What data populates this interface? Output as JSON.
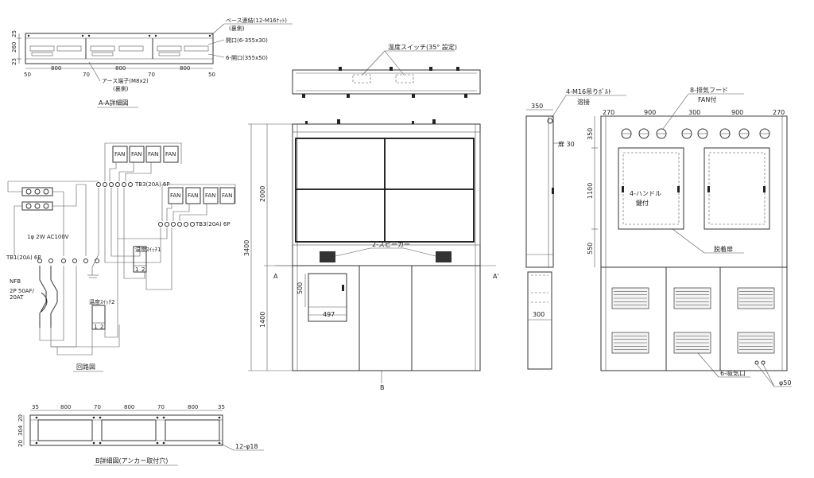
{
  "aa_detail": {
    "title": "A-A詳細図",
    "dims_left": [
      "25",
      "260",
      "23"
    ],
    "dims_bottom": [
      "50",
      "800",
      "70",
      "800",
      "70",
      "800",
      "50"
    ],
    "note_base": "ベース連結(12-M16ﾅｯﾄ)",
    "note_base_sub": "(裏側)",
    "note_open1": "開口(6-355x30)",
    "note_open2": "6-開口(355x50)",
    "note_earth": "アース端子(M8x2)",
    "note_earth_sub": "(裏側)"
  },
  "circuit": {
    "title": "回路図",
    "fan": "FAN",
    "tb1": "TB3(20A) 6P",
    "tb2": "TB3(20A) 6P",
    "power": "1φ 2W AC100V",
    "tb_main": "TB1(20A) 6P",
    "nfb": "NFB",
    "nfb_spec1": "2P 50AF/",
    "nfb_spec2": "20AT",
    "thermo1": "温度ｽｲｯﾁ1",
    "thermo2": "温度ｽｲｯﾁ2",
    "term_labels": [
      "1",
      "2"
    ]
  },
  "top_view": {
    "note": "温度スイッチ(35° 設定)"
  },
  "front": {
    "dim_2000": "2000",
    "dim_3400": "3400",
    "dim_1400": "1400",
    "dim_500": "500",
    "dim_497": "497",
    "speaker": "2-スピーカー",
    "sec_a": "A",
    "sec_a2": "A'",
    "sec_b": "B"
  },
  "side": {
    "dim_350": "350",
    "dim_30": "扉 30",
    "dim_300": "300",
    "bolt": "4-M16吊りﾎﾞﾙﾄ",
    "bolt_sub": "溶接"
  },
  "rear": {
    "dims_top": [
      "270",
      "900",
      "300",
      "900",
      "270"
    ],
    "dims_left": [
      "350",
      "1100",
      "550"
    ],
    "exhaust": "8-排気フード",
    "exhaust_sub": "FAN付",
    "handle": "4-ハンドル",
    "handle_sub": "鍵付",
    "door": "脱着扉",
    "intake": "6-吸気口",
    "phi50": "φ50"
  },
  "b_detail": {
    "title": "B詳細図(アンカー取付穴)",
    "dims_top": [
      "35",
      "800",
      "70",
      "800",
      "70",
      "800",
      "35"
    ],
    "dims_left": [
      "20",
      "304",
      "20"
    ],
    "holes": "12-φ18"
  }
}
